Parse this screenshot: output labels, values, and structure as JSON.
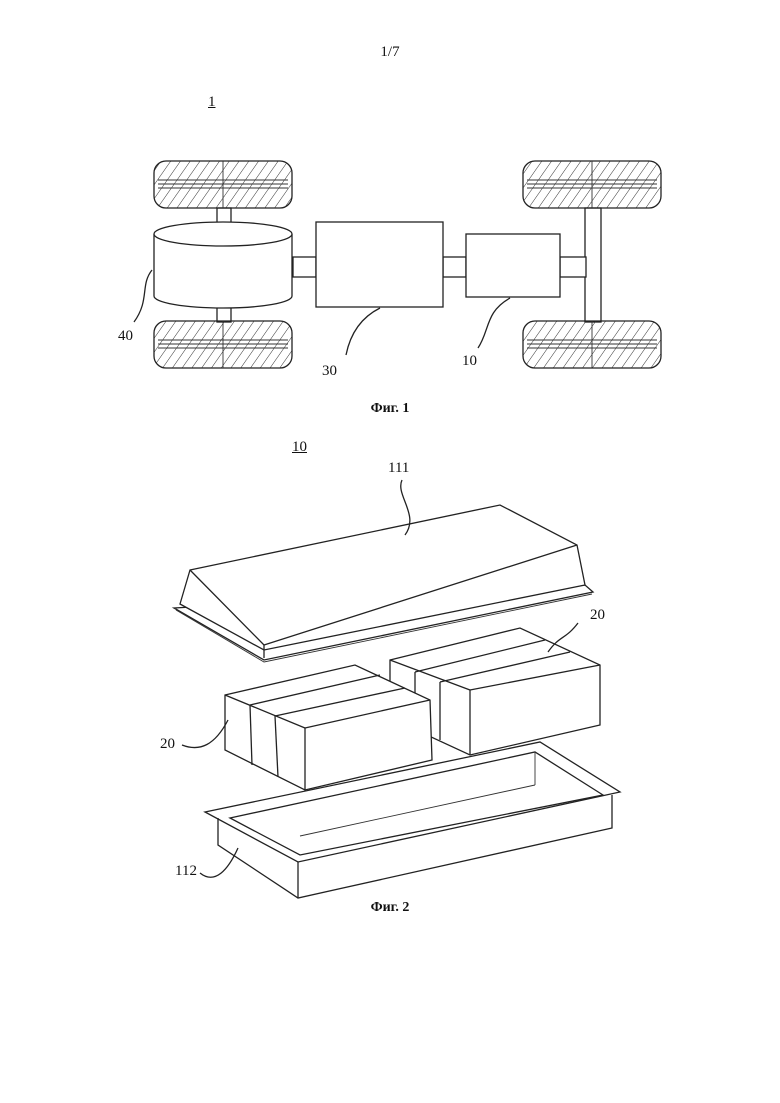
{
  "page_number": "1/7",
  "figure1": {
    "ref_main": "1",
    "caption": "Фиг. 1",
    "labels": {
      "motor": "40",
      "controller": "30",
      "battery": "10"
    }
  },
  "figure2": {
    "ref_main": "10",
    "caption": "Фиг. 2",
    "labels": {
      "cover": "111",
      "modules_right": "20",
      "modules_left": "20",
      "tray": "112"
    }
  }
}
